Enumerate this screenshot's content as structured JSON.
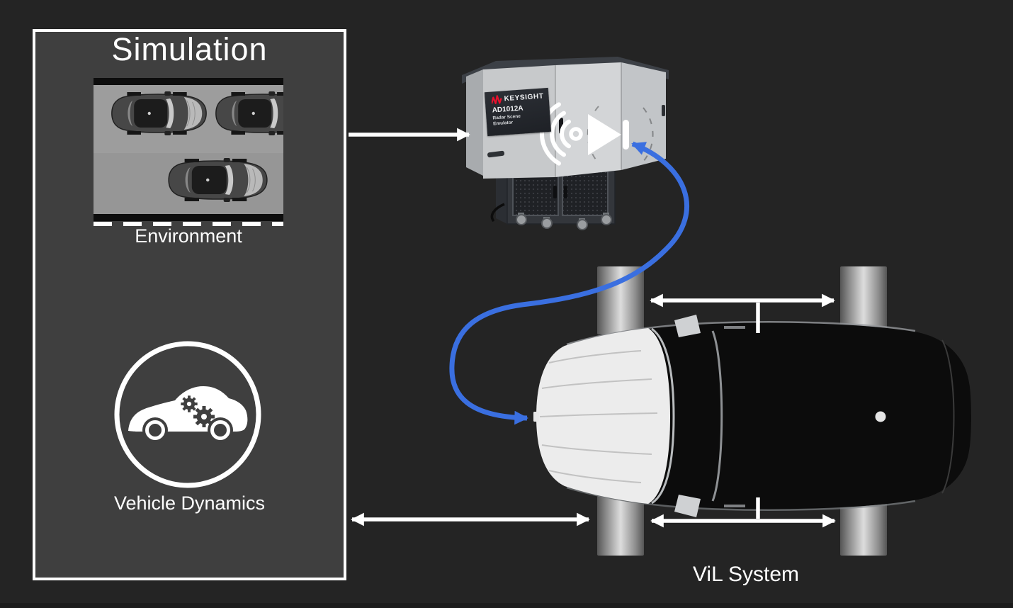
{
  "colors": {
    "background": "#242424",
    "panel_fill": "#3f3f3f",
    "panel_border": "#ffffff",
    "arrow_white": "#ffffff",
    "cable_blue": "#3a6fe0",
    "keysight_red": "#e8112d",
    "roller_gray": "#dcdcdc"
  },
  "simulation_panel": {
    "title": "Simulation",
    "environment": {
      "label": "Environment"
    },
    "vehicle_dynamics": {
      "label": "Vehicle Dynamics"
    }
  },
  "emulator": {
    "brand": "KEYSIGHT",
    "model": "AD1012A",
    "product_name_line1": "Radar Scene",
    "product_name_line2": "Emulator"
  },
  "vil_system": {
    "label": "ViL System"
  },
  "icons": {
    "radar_waves": "radar-waves-icon",
    "radar_dot": "radar-dot-icon",
    "play_triangle": "play-triangle-icon",
    "target_bar": "target-bar-icon",
    "gears": "gear-icon",
    "car_top_view": "car-top-icon",
    "car_side_view": "car-side-icon",
    "keysight_spark": "keysight-spark-icon"
  }
}
